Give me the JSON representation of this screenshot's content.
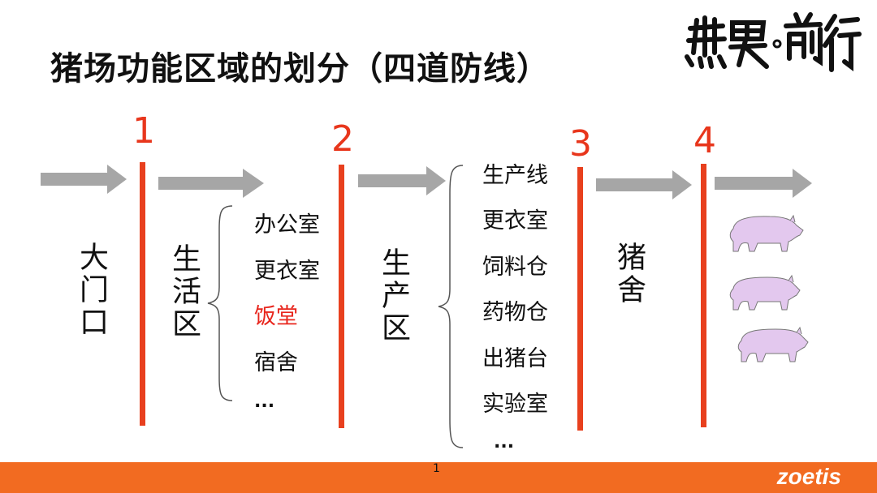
{
  "title": "猪场功能区域的划分（四道防线）",
  "logo_text": "無畏前行",
  "lines": [
    {
      "number": "1"
    },
    {
      "number": "2"
    },
    {
      "number": "3"
    },
    {
      "number": "4"
    }
  ],
  "zones": {
    "gate": "大门口",
    "living": "生活区",
    "production": "生产区",
    "barn": "猪舍"
  },
  "living_items": [
    "办公室",
    "更衣室",
    "饭堂",
    "宿舍",
    "..."
  ],
  "production_items": [
    "生产线",
    "更衣室",
    "饲料仓",
    "药物仓",
    "出猪台",
    "实验室",
    "..."
  ],
  "footer": {
    "page": "1",
    "brand": "zoetis"
  },
  "colors": {
    "line": "#e8401e",
    "arrow": "#a6a6a6",
    "highlight": "#e8251c",
    "footer": "#f26b21",
    "pig": "#e3c8ee"
  }
}
